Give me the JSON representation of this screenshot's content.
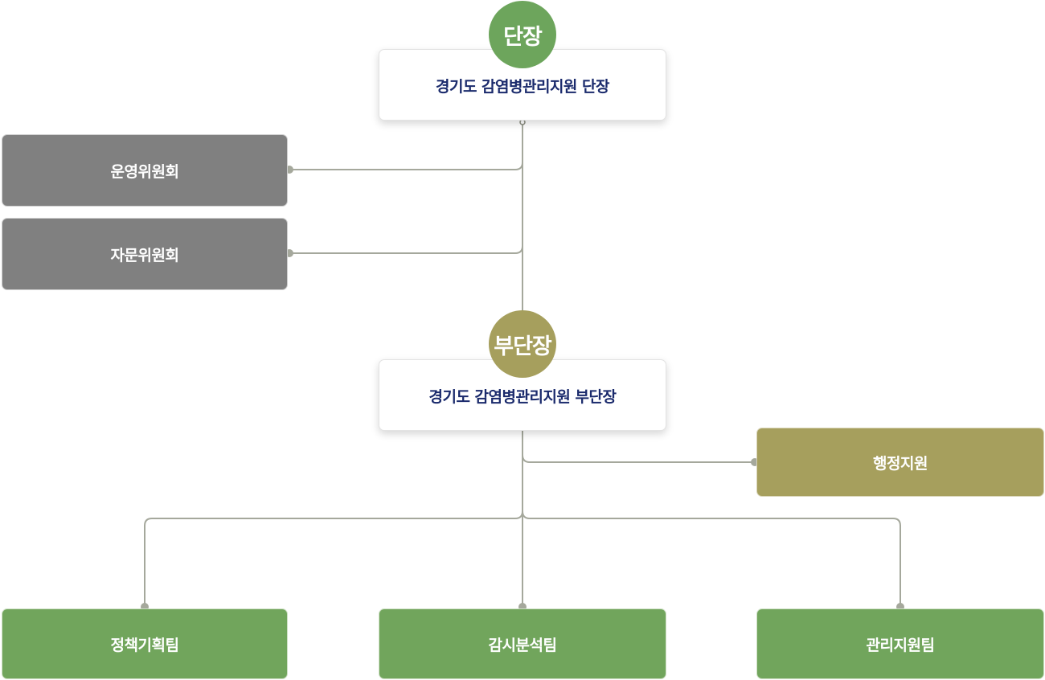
{
  "head": {
    "badge": "단장",
    "title": "경기도 감염병관리지원 단장",
    "color": "#6da55c"
  },
  "deputy": {
    "badge": "부단장",
    "title": "경기도 감염병관리지원 부단장",
    "color": "#a69f5d"
  },
  "committees": [
    {
      "label": "운영위원회"
    },
    {
      "label": "자문위원회"
    }
  ],
  "admin_support": {
    "label": "행정지원"
  },
  "teams": [
    {
      "label": "정책기획팀"
    },
    {
      "label": "감시분석팀"
    },
    {
      "label": "관리지원팀"
    }
  ],
  "colors": {
    "committee": "#808080",
    "admin": "#a69f5d",
    "team": "#71a55c",
    "connector": "#a5a89c",
    "title_text": "#1a2a6c"
  }
}
